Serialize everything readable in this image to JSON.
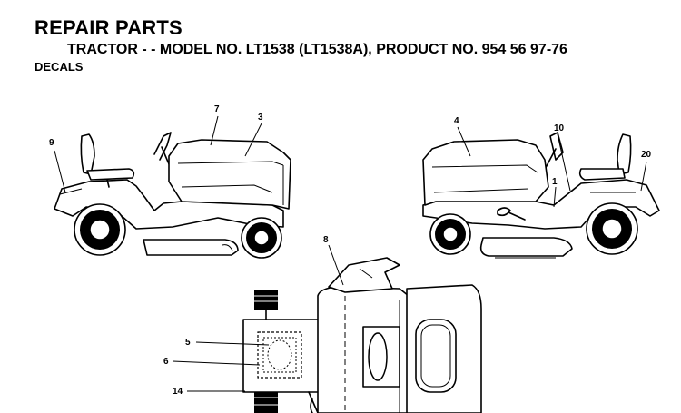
{
  "header": {
    "title": "REPAIR PARTS",
    "subtitle": "TRACTOR - - MODEL NO. LT1538 (LT1538A), PRODUCT NO. 954 56 97-76",
    "section": "DECALS"
  },
  "callouts": {
    "c9": "9",
    "c7": "7",
    "c3": "3",
    "c4": "4",
    "c10": "10",
    "c20": "20",
    "c1": "1",
    "c8": "8",
    "c5": "5",
    "c6": "6",
    "c14": "14"
  }
}
